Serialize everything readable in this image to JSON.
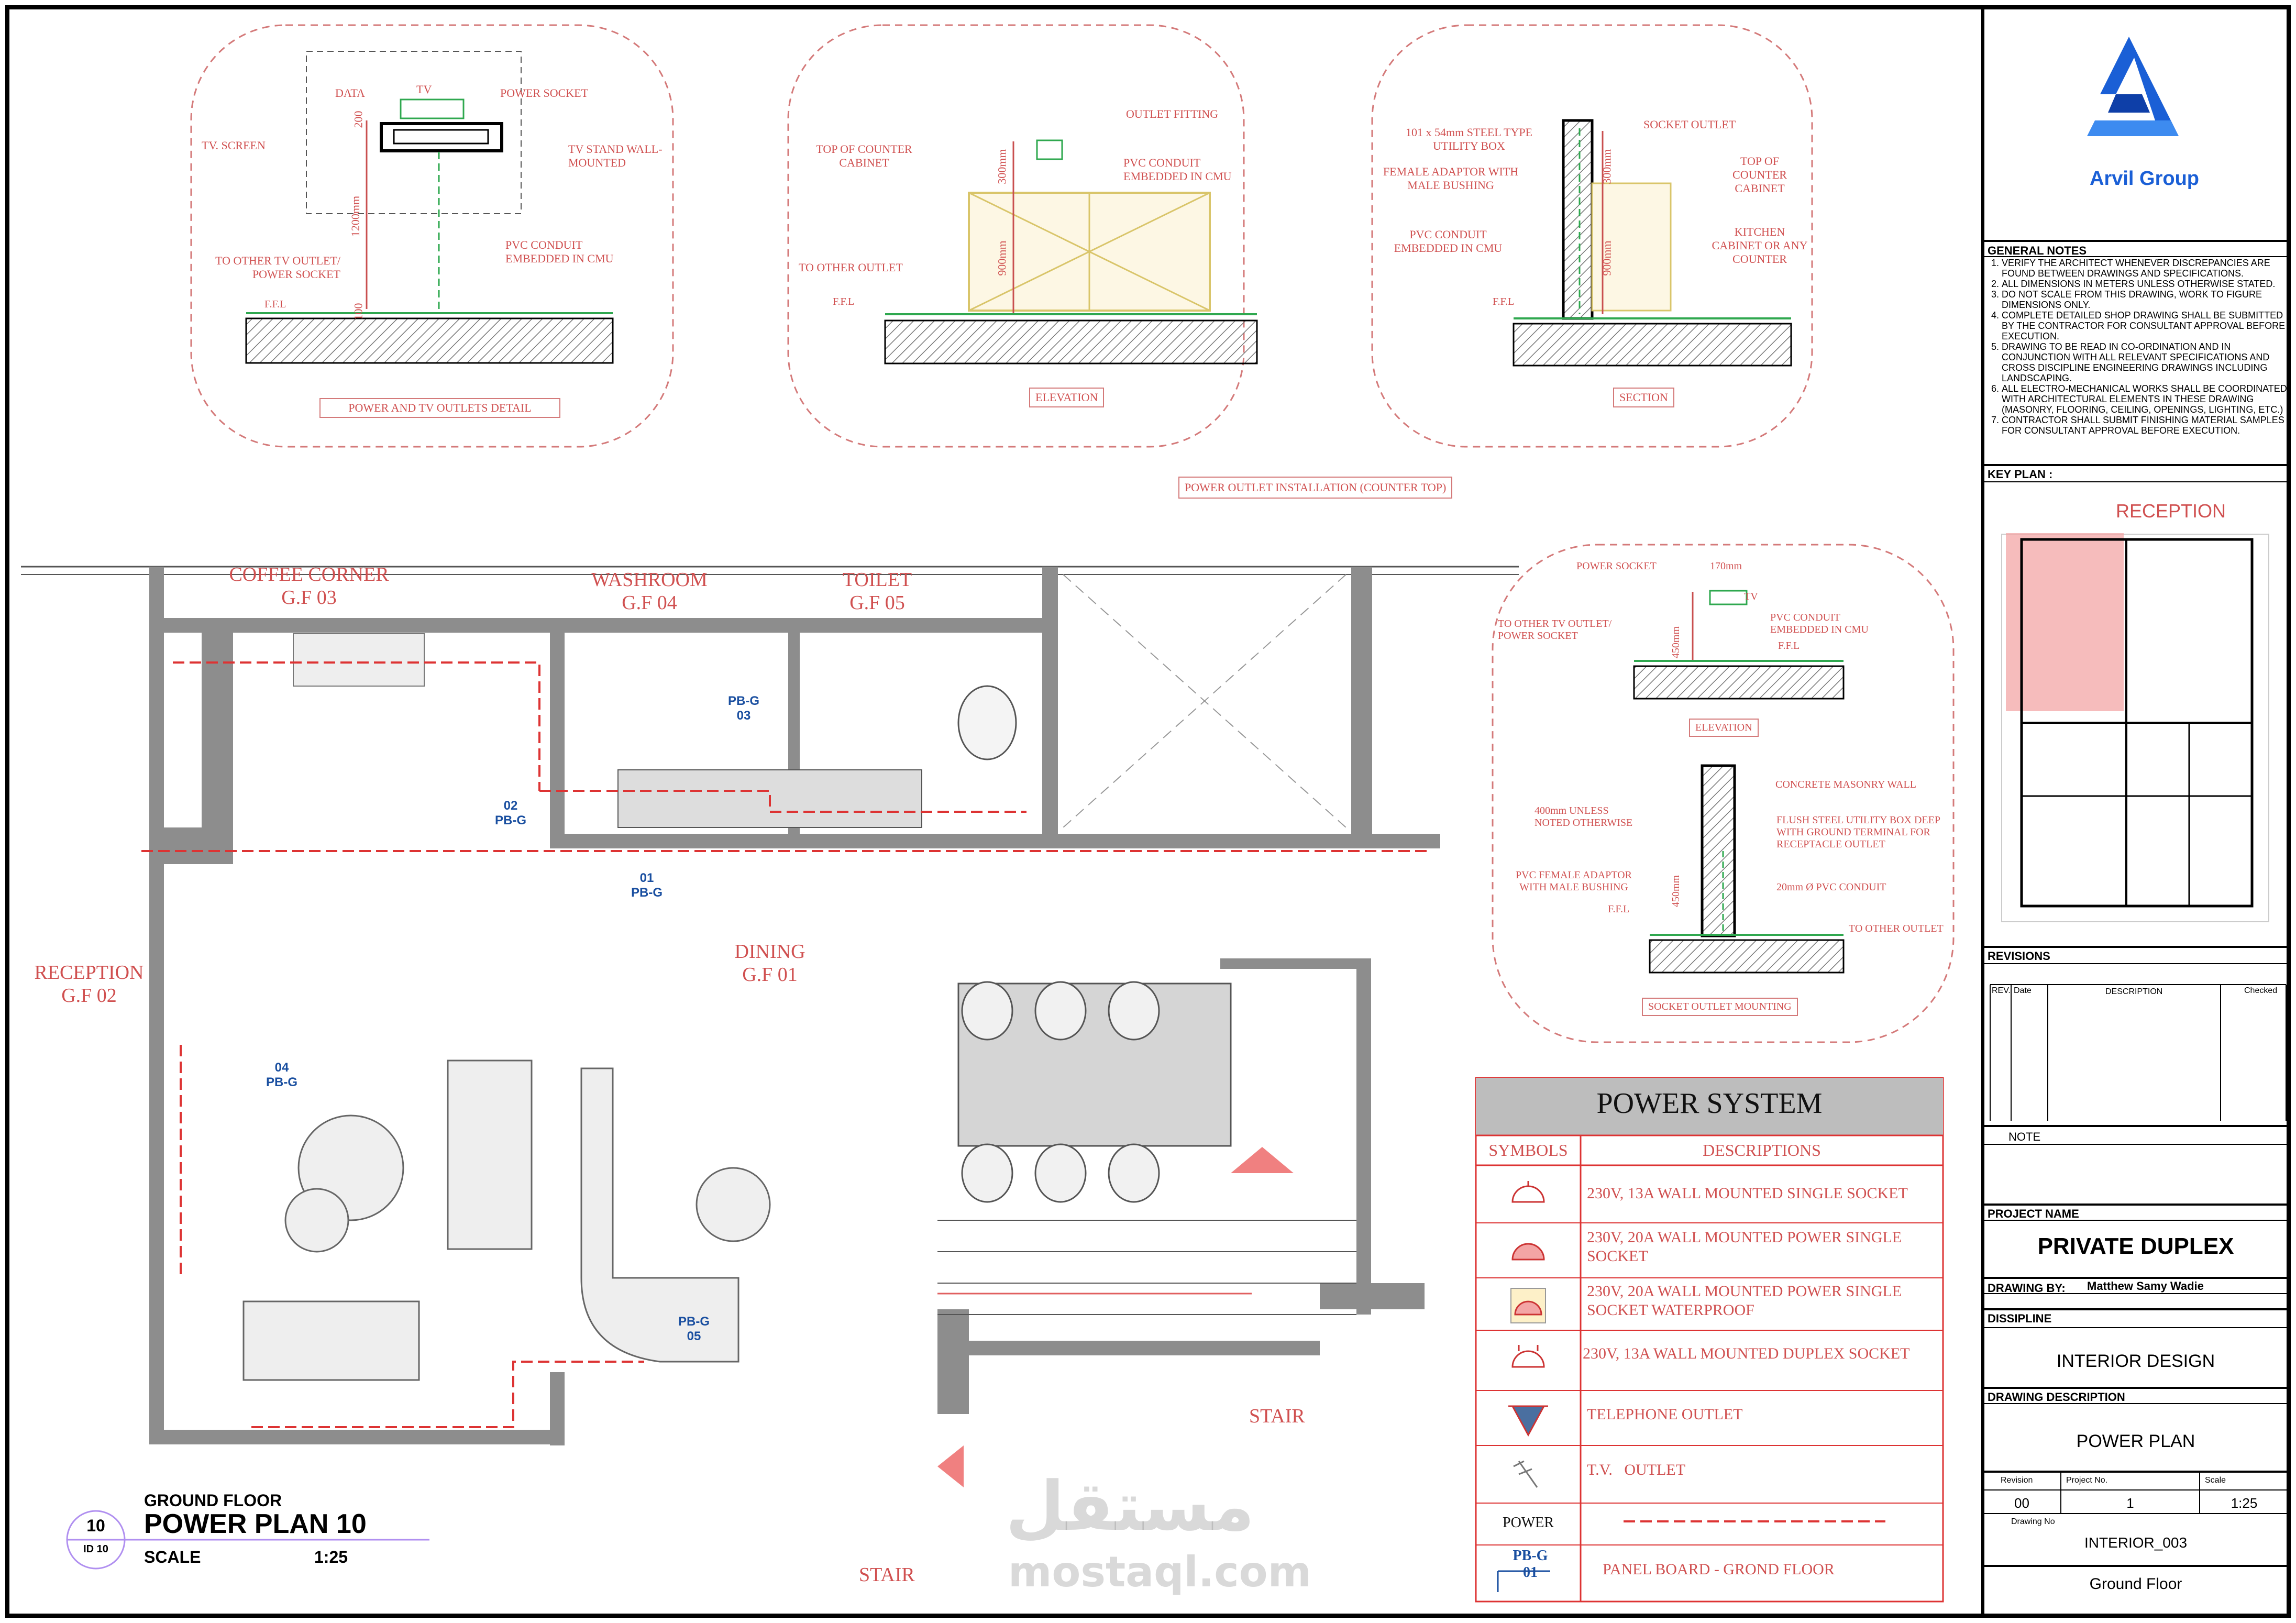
{
  "colors": {
    "accent_red": "#e06060",
    "dim_red": "#c94f4f",
    "wall_gray": "#8d8d8d",
    "conduit_green": "#2fa84f",
    "pink_fill": "#f3a5a5",
    "purple": "#a77be8",
    "logo_blue": "#1a5fd6"
  },
  "brand": {
    "name": "Arvil Group"
  },
  "details": {
    "tv": {
      "title": "POWER AND TV OUTLETS DETAIL",
      "labels": [
        "DATA",
        "TV",
        "POWER SOCKET",
        "TV. SCREEN",
        "TV STAND WALL-MOUNTED",
        "PVC CONDUIT EMBEDDED IN CMU",
        "TO OTHER TV OUTLET/ POWER SOCKET",
        "F.F.L"
      ],
      "dims": [
        "200",
        "1200mm",
        "100"
      ]
    },
    "elevation": {
      "title": "ELEVATION",
      "labels": [
        "OUTLET FITTING",
        "TOP OF COUNTER CABINET",
        "PVC CONDUIT EMBEDDED IN CMU",
        "TO OTHER OUTLET",
        "F.F.L"
      ],
      "dims": [
        "300mm",
        "900mm"
      ]
    },
    "section": {
      "title": "SECTION",
      "labels": [
        "101 x 54mm STEEL TYPE UTILITY BOX",
        "SOCKET OUTLET",
        "FEMALE ADAPTOR WITH MALE BUSHING",
        "TOP OF COUNTER CABINET",
        "PVC CONDUIT EMBEDDED IN CMU",
        "KITCHEN CABINET OR ANY COUNTER",
        "F.F.L"
      ],
      "dims": [
        "300mm",
        "900mm"
      ]
    },
    "group_title": "POWER OUTLET INSTALLATION (COUNTER TOP)",
    "small_elevation": {
      "title": "ELEVATION",
      "labels": [
        "POWER SOCKET",
        "TV",
        "TO OTHER TV OUTLET/ POWER SOCKET",
        "PVC CONDUIT EMBEDDED IN CMU",
        "F.F.L"
      ],
      "dims": [
        "170mm",
        "450mm"
      ]
    },
    "socket_mounting": {
      "title": "SOCKET OUTLET MOUNTING",
      "labels": [
        "CONCRETE MASONRY WALL",
        "400mm UNLESS NOTED OTHERWISE",
        "FLUSH STEEL UTILITY BOX DEEP WITH GROUND TERMINAL FOR RECEPTACLE OUTLET",
        "PVC FEMALE ADAPTOR WITH MALE BUSHING",
        "20mm Ø PVC CONDUIT",
        "TO OTHER OUTLET",
        "F.F.L"
      ],
      "dims": [
        "450mm"
      ]
    }
  },
  "plan": {
    "rooms": [
      {
        "name": "COFFEE CORNER",
        "code": "G.F 03"
      },
      {
        "name": "WASHROOM",
        "code": "G.F 04"
      },
      {
        "name": "TOILET",
        "code": "G.F 05"
      },
      {
        "name": "RECEPTION",
        "code": "G.F 02"
      },
      {
        "name": "DINING",
        "code": "G.F 01"
      }
    ],
    "stairs": [
      "STAIR",
      "STAIR"
    ],
    "panels": [
      {
        "tag": "PB-G",
        "num": "02"
      },
      {
        "tag": "PB-G",
        "num": "03"
      },
      {
        "tag": "PB-G",
        "num": "01"
      },
      {
        "tag": "PB-G",
        "num": "04"
      },
      {
        "tag": "PB-G",
        "num": "05"
      }
    ]
  },
  "drawing_title": {
    "number": "10",
    "id": "ID 10",
    "floor": "GROUND FLOOR",
    "name": "POWER PLAN 10",
    "scale_label": "SCALE",
    "scale_value": "1:25"
  },
  "legend": {
    "title": "POWER SYSTEM",
    "col_symbols": "SYMBOLS",
    "col_descriptions": "DESCRIPTIONS",
    "rows": [
      {
        "icon": "single-socket-icon",
        "desc": "230V, 13A WALL MOUNTED SINGLE SOCKET"
      },
      {
        "icon": "power-socket-20a-icon",
        "desc": "230V, 20A WALL MOUNTED POWER SINGLE SOCKET"
      },
      {
        "icon": "waterproof-socket-icon",
        "desc": "230V, 20A WALL MOUNTED POWER SINGLE SOCKET WATERPROOF"
      },
      {
        "icon": "duplex-socket-icon",
        "desc": "230V, 13A WALL MOUNTED DUPLEX SOCKET"
      },
      {
        "icon": "telephone-outlet-icon",
        "desc": "TELEPHONE OUTLET"
      },
      {
        "icon": "tv-outlet-icon",
        "desc": "T.V.   OUTLET"
      },
      {
        "icon": "power-line-icon",
        "label": "POWER",
        "desc": ""
      },
      {
        "icon": "panel-board-icon",
        "tag": "PB-G",
        "num": "01",
        "desc": "PANEL BOARD - GROND FLOOR"
      }
    ]
  },
  "title_block": {
    "general_notes_title": "GENERAL NOTES",
    "notes": [
      "VERIFY THE ARCHITECT WHENEVER DISCREPANCIES ARE FOUND BETWEEN DRAWINGS AND SPECIFICATIONS.",
      "ALL DIMENSIONS IN METERS UNLESS OTHERWISE STATED.",
      "DO NOT SCALE FROM THIS DRAWING, WORK TO FIGURE DIMENSIONS ONLY.",
      "COMPLETE DETAILED SHOP DRAWING SHALL BE SUBMITTED BY THE CONTRACTOR FOR CONSULTANT APPROVAL BEFORE EXECUTION.",
      "DRAWING TO BE READ IN CO-ORDINATION AND IN CONJUNCTION WITH ALL RELEVANT SPECIFICATIONS AND CROSS DISCIPLINE ENGINEERING DRAWINGS INCLUDING LANDSCAPING.",
      "ALL ELECTRO-MECHANICAL WORKS SHALL BE COORDINATED WITH ARCHITECTURAL ELEMENTS IN THESE DRAWING (MASONRY, FLOORING, CEILING, OPENINGS, LIGHTING, ETC.)",
      "CONTRACTOR SHALL SUBMIT FINISHING MATERIAL SAMPLES FOR CONSULTANT APPROVAL BEFORE EXECUTION."
    ],
    "key_plan_title": "KEY PLAN :",
    "key_plan_label": "RECEPTION",
    "revisions_title": "REVISIONS",
    "rev_cols": [
      "REV.",
      "Date",
      "DESCRIPTION",
      "Checked"
    ],
    "note_title": "NOTE",
    "project_name_label": "PROJECT NAME",
    "project_name": "PRIVATE DUPLEX",
    "drawing_by_label": "DRAWING BY:",
    "drawing_by": "Matthew Samy Wadie",
    "discipline_label": "DISSIPLINE",
    "discipline": "INTERIOR DESIGN",
    "description_label": "DRAWING DESCRIPTION",
    "description": "POWER PLAN",
    "revision_label": "Revision",
    "project_no_label": "Project No.",
    "scale_label": "Scale",
    "revision": "00",
    "project_no": "1",
    "scale": "1:25",
    "drawing_no_label": "Drawing No",
    "drawing_no": "INTERIOR_003",
    "floor": "Ground Floor"
  },
  "watermark": {
    "arabic": "مستقل",
    "latin": "mostaql.com"
  }
}
